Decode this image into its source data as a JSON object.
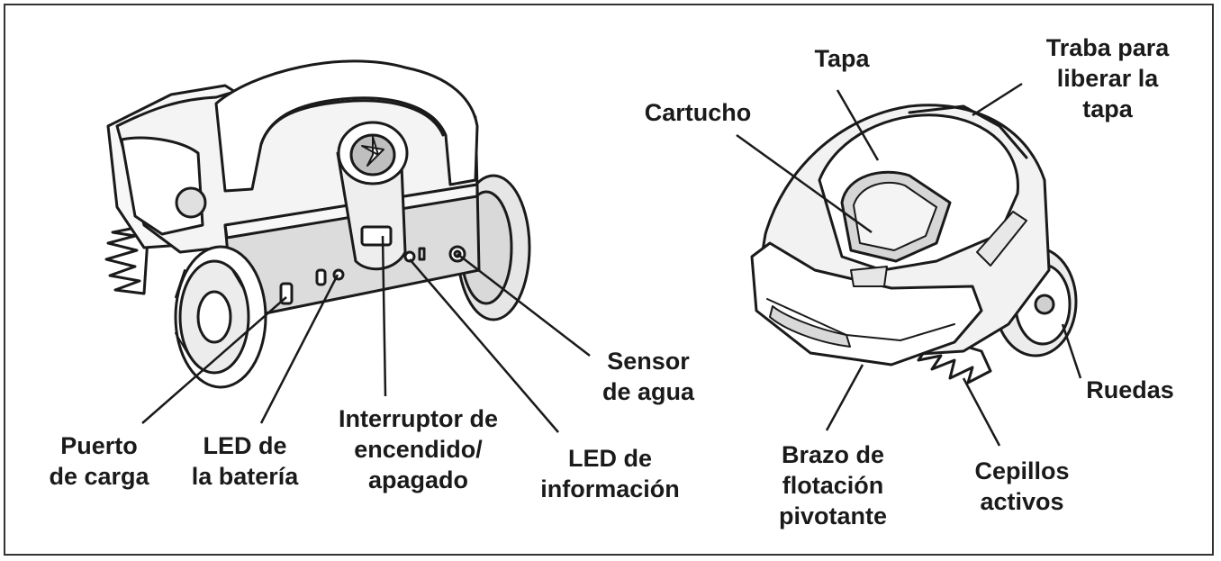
{
  "labels": {
    "puerto_carga": [
      "Puerto",
      "de carga"
    ],
    "led_bateria": [
      "LED de",
      "la batería"
    ],
    "interruptor": [
      "Interruptor de",
      "encendido/",
      "apagado"
    ],
    "led_informacion": [
      "LED de",
      "información"
    ],
    "sensor_agua": [
      "Sensor",
      "de agua"
    ],
    "cartucho": [
      "Cartucho"
    ],
    "tapa": [
      "Tapa"
    ],
    "traba": [
      "Traba para",
      "liberar la",
      "tapa"
    ],
    "ruedas": [
      "Ruedas"
    ],
    "cepillos": [
      "Cepillos",
      "activos"
    ],
    "brazo": [
      "Brazo de",
      "flotación",
      "pivotante"
    ]
  },
  "colors": {
    "stroke": "#1a1a1a",
    "body_fill": "#f2f2f2",
    "shade": "#d9d9d9",
    "dark_shade": "#b5b5b5"
  }
}
